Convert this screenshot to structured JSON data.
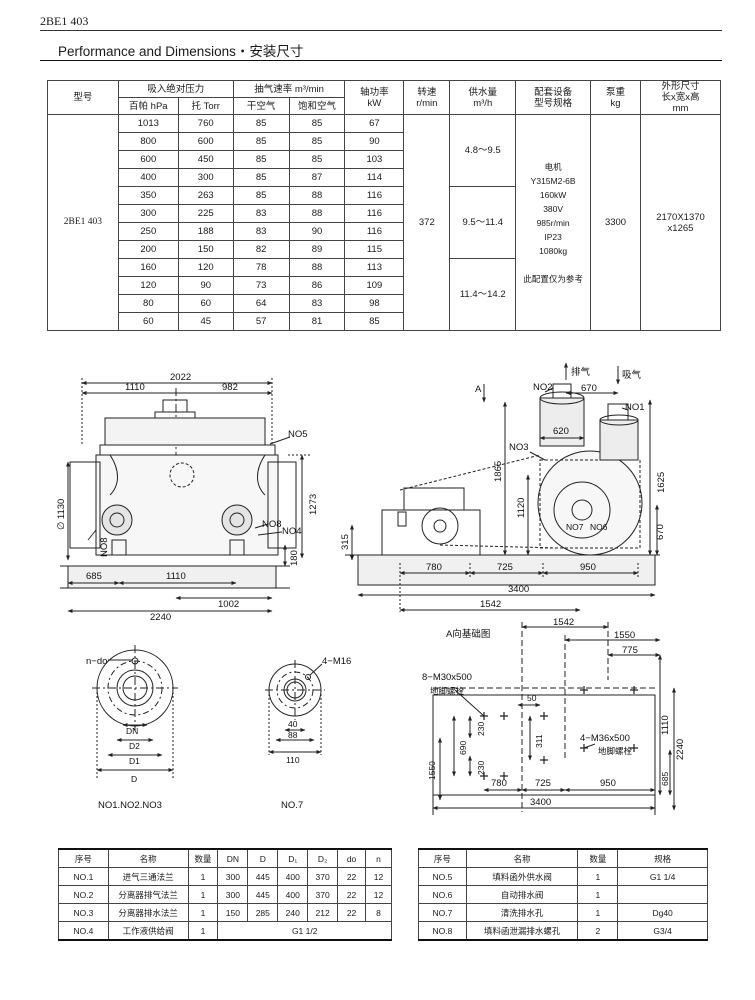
{
  "header": {
    "code": "2BE1 403"
  },
  "title": "Performance and Dimensions・安装尺寸",
  "spec": {
    "h_model": "型号",
    "h_abs_pressure": "吸入绝对压力",
    "h_hpa": "百帕 hPa",
    "h_torr": "托 Torr",
    "h_pump_rate": "抽气速率 m³/min",
    "h_dry_air": "干空气",
    "h_sat_air": "饱和空气",
    "h_power": "轴功率",
    "h_power_unit": "kW",
    "h_speed": "转速",
    "h_speed_unit": "r/min",
    "h_water": "供水量",
    "h_water_unit": "m³/h",
    "h_equip": "配套设备",
    "h_equip2": "型号规格",
    "h_weight": "泵重",
    "h_weight_unit": "kg",
    "h_size": "外形尺寸",
    "h_size2": "长x宽x高",
    "h_size_unit": "mm",
    "model": "2BE1 403",
    "speed": "372",
    "water": [
      "4.8～9.5",
      "9.5～11.4",
      "11.4～14.2"
    ],
    "equip": [
      "电机",
      "Y315M2-6B",
      "160kW",
      "380V",
      "985r/min",
      "IP23",
      "1080kg",
      "",
      "此配置仅为参考"
    ],
    "weight": "3300",
    "size": [
      "2170X1370",
      "x1265"
    ],
    "rows": [
      [
        "1013",
        "760",
        "85",
        "85",
        "67"
      ],
      [
        "800",
        "600",
        "85",
        "85",
        "90"
      ],
      [
        "600",
        "450",
        "85",
        "85",
        "103"
      ],
      [
        "400",
        "300",
        "85",
        "87",
        "114"
      ],
      [
        "350",
        "263",
        "85",
        "88",
        "116"
      ],
      [
        "300",
        "225",
        "83",
        "88",
        "116"
      ],
      [
        "250",
        "188",
        "83",
        "90",
        "116"
      ],
      [
        "200",
        "150",
        "82",
        "89",
        "115"
      ],
      [
        "160",
        "120",
        "78",
        "88",
        "113"
      ],
      [
        "120",
        "90",
        "73",
        "86",
        "109"
      ],
      [
        "80",
        "60",
        "64",
        "83",
        "98"
      ],
      [
        "60",
        "45",
        "57",
        "81",
        "85"
      ]
    ]
  },
  "front": {
    "d2022": "2022",
    "d1110": "1110",
    "d982": "982",
    "no5": "NO5",
    "dia1130": "∅ 1130",
    "d1273": "1273",
    "no8a": "NO8",
    "no8b": "NO8",
    "no4": "NO4",
    "d180": "180",
    "d685": "685",
    "d1110b": "1110",
    "d1002": "1002",
    "d2240": "2240"
  },
  "side": {
    "paiqi": "排气",
    "xiqi": "吸气",
    "a": "A",
    "no2": "NO2",
    "d670": "670",
    "no1": "NO1",
    "d620": "620",
    "no3": "NO3",
    "d1865": "1865",
    "d1625": "1625",
    "d1120": "1120",
    "no7": "NO7",
    "no6": "NO6",
    "d670b": "670",
    "d315": "315",
    "d780": "780",
    "d725": "725",
    "d950": "950",
    "d3400": "3400",
    "d1542": "1542"
  },
  "found": {
    "title": "A向基础图",
    "d1542": "1542",
    "d1550": "1550",
    "d775": "775",
    "bolt1": "8−M30x500",
    "bolt1b": "地脚螺栓",
    "d50": "50",
    "d230a": "230",
    "d690": "690",
    "d1550v": "1550",
    "d311": "311",
    "d230b": "230",
    "bolt2": "4−M36x500",
    "bolt2b": "地脚螺栓",
    "d1110": "1110",
    "d2240": "2240",
    "d685": "685",
    "d780": "780",
    "d725": "725",
    "d950": "950",
    "d3400": "3400"
  },
  "flange1": {
    "ndo": "n−do",
    "dn": "DN",
    "d2": "D2",
    "d1": "D1",
    "d": "D",
    "caption": "NO1.NO2.NO3"
  },
  "flange2": {
    "m16": "4−M16",
    "d40": "40",
    "d88": "88",
    "d110": "110",
    "caption": "NO.7"
  },
  "parts_left": {
    "headers": [
      "序号",
      "名称",
      "数量",
      "DN",
      "D",
      "D₁",
      "D₂",
      "do",
      "n"
    ],
    "rows": [
      [
        "NO.1",
        "进气三通法兰",
        "1",
        "300",
        "445",
        "400",
        "370",
        "22",
        "12"
      ],
      [
        "NO.2",
        "分离器排气法兰",
        "1",
        "300",
        "445",
        "400",
        "370",
        "22",
        "12"
      ],
      [
        "NO.3",
        "分离器排水法兰",
        "1",
        "150",
        "285",
        "240",
        "212",
        "22",
        "8"
      ]
    ],
    "no4": [
      "NO.4",
      "工作液供给阀",
      "1",
      "G1  1/2"
    ]
  },
  "parts_right": {
    "headers": [
      "序号",
      "名称",
      "数量",
      "规格"
    ],
    "rows": [
      [
        "NO.5",
        "填料函外供水阀",
        "1",
        "G1  1/4"
      ],
      [
        "NO.6",
        "自动排水阀",
        "1",
        ""
      ],
      [
        "NO.7",
        "清洗排水孔",
        "1",
        "Dg40"
      ],
      [
        "NO.8",
        "填料函泄漏排水螺孔",
        "2",
        "G3/4"
      ]
    ]
  }
}
